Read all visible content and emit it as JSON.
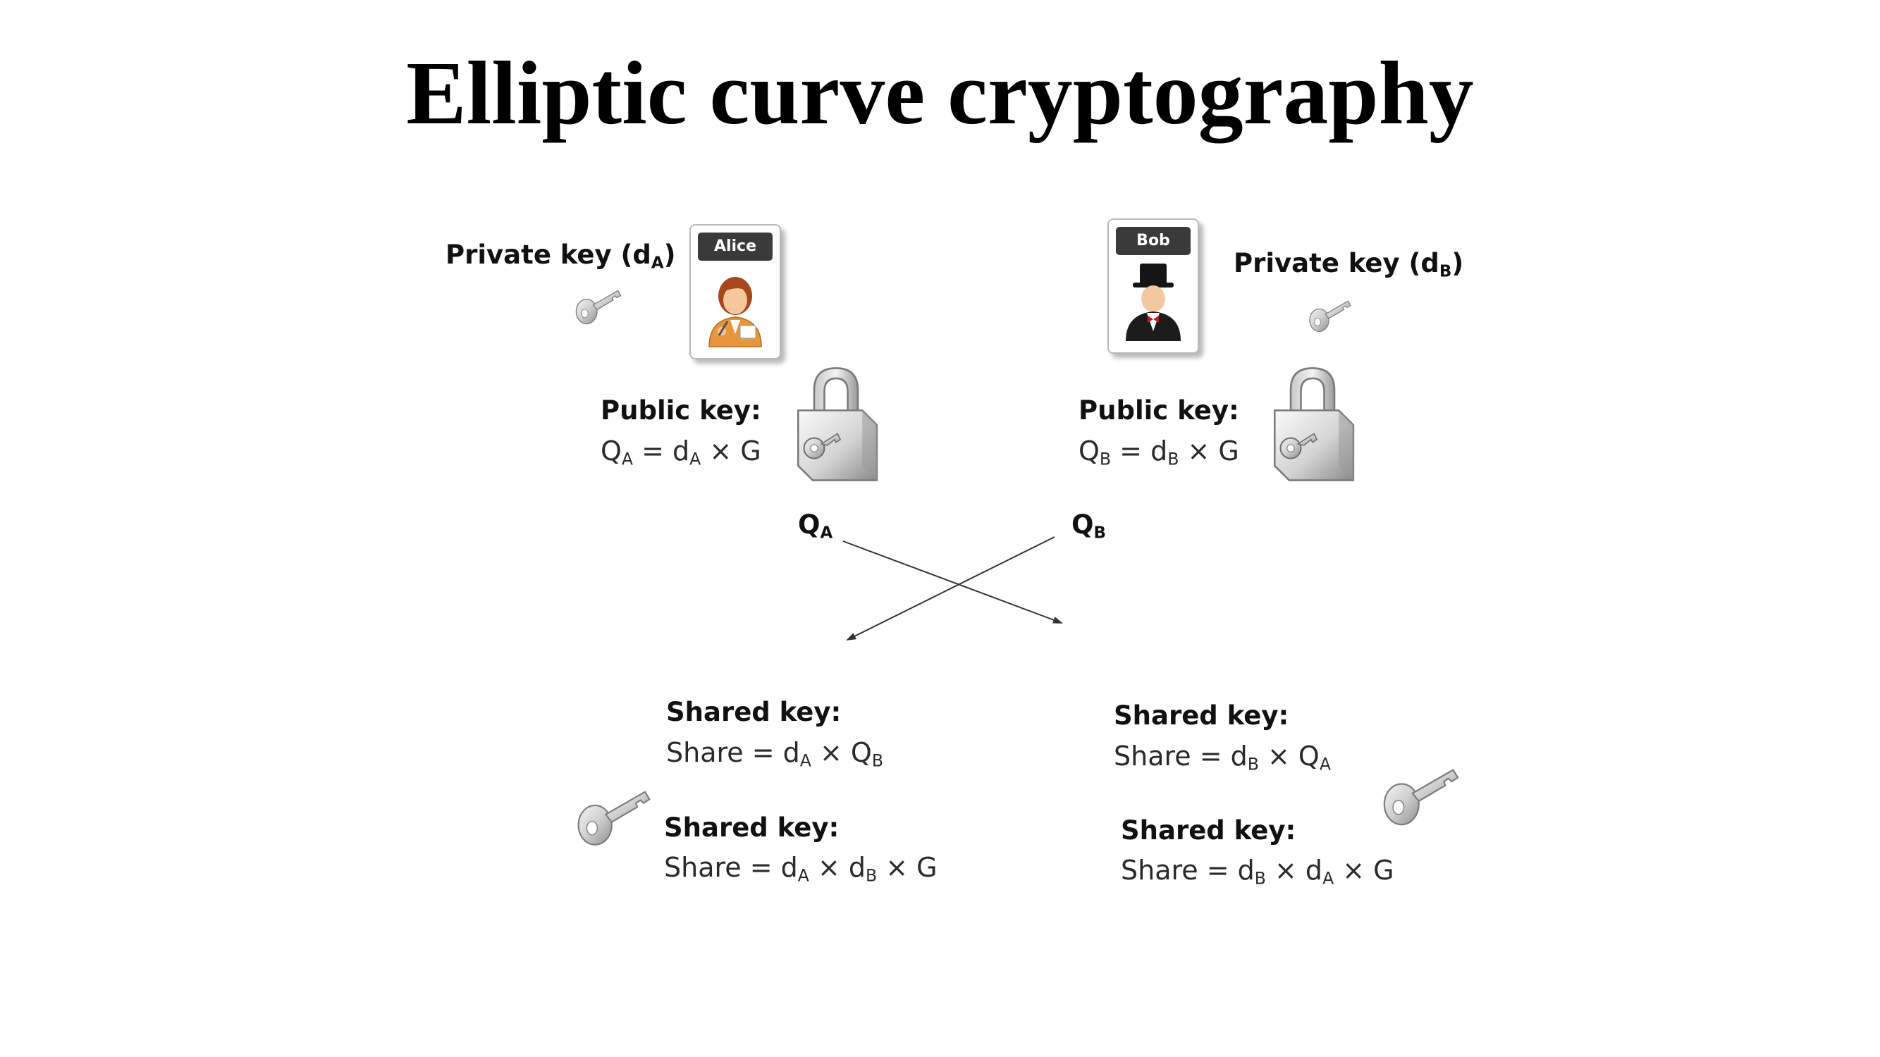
{
  "title": "Elliptic curve cryptography",
  "alice": {
    "card_name": "Alice",
    "private_label": "Private key (d",
    "private_sub": "A",
    "private_close": ")",
    "public_label": "Public key:",
    "public_eq": [
      "Q",
      "A",
      " = d",
      "A",
      " × G"
    ],
    "sends_label": "Q",
    "sends_sub": "A",
    "shared1_label": "Shared key:",
    "shared1_eq": [
      "Share = d",
      "A",
      " × Q",
      "B"
    ],
    "shared2_label": "Shared key:",
    "shared2_eq": [
      "Share = d",
      "A",
      " × d",
      "B",
      " × G"
    ]
  },
  "bob": {
    "card_name": "Bob",
    "private_label": "Private key (d",
    "private_sub": "B",
    "private_close": ")",
    "public_label": "Public key:",
    "public_eq": [
      "Q",
      "B",
      " = d",
      "B",
      " × G"
    ],
    "sends_label": "Q",
    "sends_sub": "B",
    "shared1_label": "Shared key:",
    "shared1_eq": [
      "Share = d",
      "B",
      " × Q",
      "A"
    ],
    "shared2_label": "Shared key:",
    "shared2_eq": [
      "Share = d",
      "B",
      " × d",
      "A",
      " × G"
    ]
  },
  "icons": {
    "alice_private_key": "key-icon",
    "bob_private_key": "key-icon",
    "alice_padlock": "padlock-icon",
    "bob_padlock": "padlock-icon",
    "alice_shared_key": "key-icon",
    "bob_shared_key": "key-icon",
    "alice_avatar": "woman-avatar-icon",
    "bob_avatar": "top-hat-man-avatar-icon"
  }
}
